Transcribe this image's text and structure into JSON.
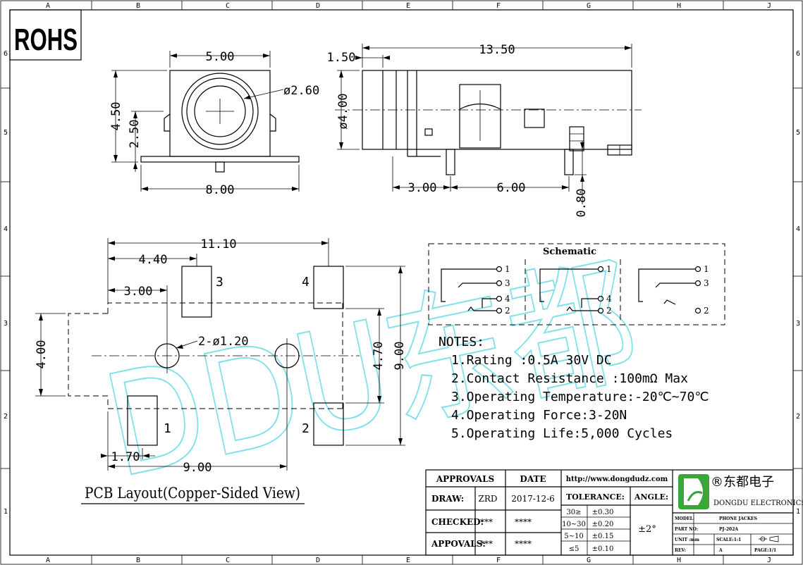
{
  "border": {
    "columns": [
      "A",
      "B",
      "C",
      "D",
      "E",
      "F",
      "G",
      "H",
      "J"
    ],
    "rows": [
      "6",
      "5",
      "4",
      "3",
      "2",
      "1"
    ]
  },
  "rohs": "ROHS",
  "front_view": {
    "dim_width": "5.00",
    "dim_hole": "ø2.60",
    "dim_height": "4.50",
    "dim_center": "2.50",
    "dim_base": "8.00"
  },
  "side_view": {
    "dim_length": "13.50",
    "dim_offset": "1.50",
    "dim_dia": "ø4.00",
    "dim_pin1": "3.00",
    "dim_pin2": "6.00",
    "dim_pinlen": "0.80"
  },
  "pcb": {
    "dim_total": "11.10",
    "dim_440": "4.40",
    "dim_300": "3.00",
    "dim_holes": "2-ø1.20",
    "dim_400": "4.00",
    "dim_470": "4.70",
    "dim_900v": "9.00",
    "dim_170": "1.70",
    "dim_900h": "9.00",
    "pad1": "1",
    "pad2": "2",
    "pad3": "3",
    "pad4": "4",
    "title": "PCB Layout(Copper-Sided View)"
  },
  "watermark": "DDU东都",
  "schematic": {
    "title": "Schematic",
    "box1": [
      "1",
      "3",
      "4",
      "2"
    ],
    "box2": [
      "1",
      "4",
      "2"
    ],
    "box3": [
      "1",
      "3",
      "2"
    ]
  },
  "notes": {
    "heading": "NOTES:",
    "items": [
      "1.Rating :0.5A 30V DC",
      "2.Contact Resistance :100mΩ Max",
      "3.Operating Temperature:-20℃~70℃",
      "4.Operating Force:3-20N",
      "5.Operating Life:5,000 Cycles"
    ]
  },
  "title_block": {
    "approvals": "APPROVALS",
    "date": "DATE",
    "draw": "DRAW:",
    "draw_name": "ZRD",
    "draw_date": "2017-12-6",
    "checked": "CHECKED:",
    "checked_name": "***",
    "checked_date": "****",
    "appovals": "APPOVALS:",
    "appovals_name": "***",
    "appovals_date": "****",
    "url": "http://www.dongdudz.com",
    "tolerance": "TOLERANCE:",
    "angle": "ANGLE:",
    "tol_rows": [
      {
        "range": "30≥",
        "val": "±0.30"
      },
      {
        "range": "10~30",
        "val": "±0.20"
      },
      {
        "range": "5~10",
        "val": "±0.15"
      },
      {
        "range": "≤5",
        "val": "±0.10"
      }
    ],
    "angle_val": "±2°",
    "company_cn": "®东都电子",
    "company_en": "DONGDU ELECTRONICS",
    "model_label": "MODEL:",
    "model_val": "PHONE JACKES",
    "part_label": "PART NO:",
    "part_val": "PJ-202A",
    "unit_label": "UNIT :mm",
    "scale_label": "SCALE:1:1",
    "rev_label": "REV:",
    "rev_val": "A",
    "page_label": "PAGE:1/1"
  },
  "colors": {
    "watermark": "#7fe0ea",
    "logo_green": "#3aa63a"
  }
}
